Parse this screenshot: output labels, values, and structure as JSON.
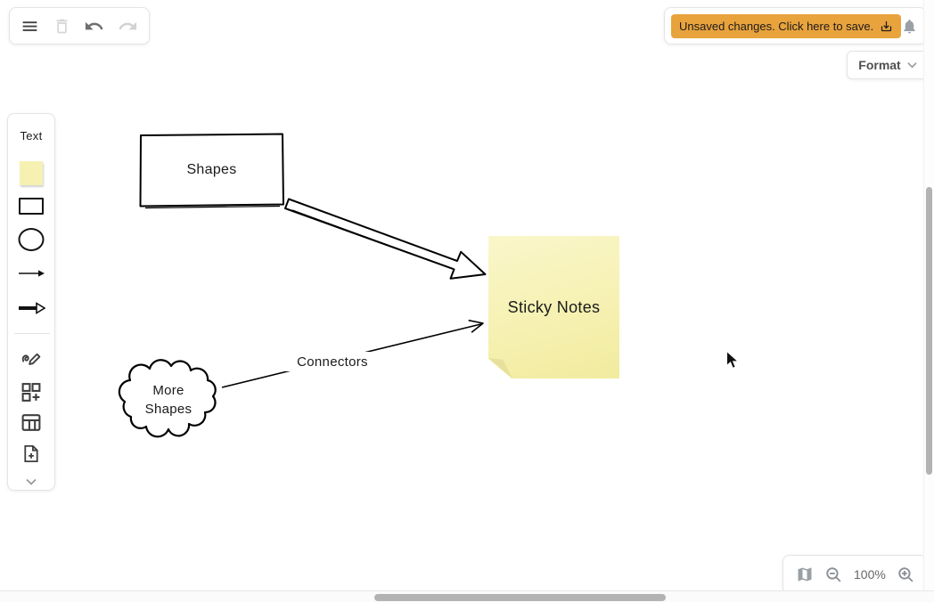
{
  "top_toolbar": {
    "menu_icon": "hamburger-menu",
    "delete_icon": "trash",
    "undo_icon": "undo-arrow",
    "redo_icon": "redo-arrow"
  },
  "save_banner": {
    "text": "Unsaved changes. Click here to save.",
    "download_icon": "download-tray",
    "background": "#E9A33D"
  },
  "notifications": {
    "bell_icon": "notification-bell"
  },
  "format_button": {
    "label": "Format",
    "chevron_icon": "chevron-down"
  },
  "sidebar": {
    "text_item_label": "Text",
    "sticky_swatch_color": "#F6F1B2",
    "tool_icons": [
      "sticky-note-swatch",
      "rectangle-shape",
      "ellipse-shape",
      "thin-arrow",
      "bold-arrow",
      "freehand-pen",
      "insert-shape",
      "insert-table",
      "insert-template",
      "expand-chevron"
    ]
  },
  "canvas": {
    "shapes_box": {
      "label": "Shapes"
    },
    "sticky_note": {
      "label": "Sticky Notes",
      "color": "#F6F1B2"
    },
    "cloud": {
      "label": "More Shapes"
    },
    "connector": {
      "label": "Connectors"
    }
  },
  "zoom_toolbar": {
    "outline_icon": "minimap",
    "zoom_out_icon": "zoom-out-magnifier",
    "zoom_level": "100%",
    "zoom_in_icon": "zoom-in-magnifier"
  },
  "scrollbars": {
    "thumb_color": "#b3b3b3"
  }
}
